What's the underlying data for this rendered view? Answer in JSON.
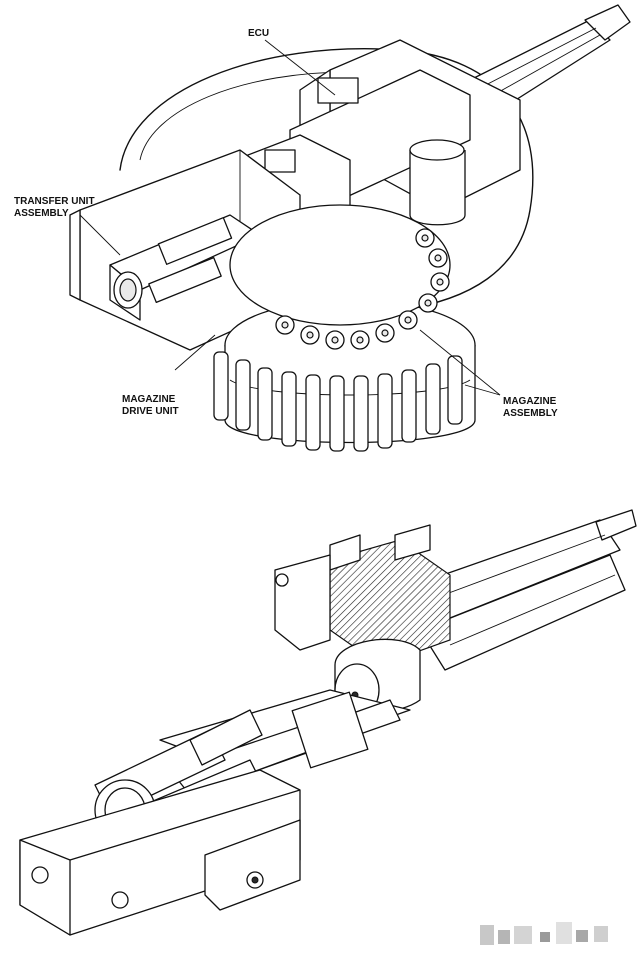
{
  "labels": {
    "ecu": "ECU",
    "transfer_line1": "TRANSFER UNIT",
    "transfer_line2": "ASSEMBLY",
    "mag_drive_line1": "MAGAZINE",
    "mag_drive_line2": "DRIVE UNIT",
    "mag_assembly_line1": "MAGAZINE",
    "mag_assembly_line2": "ASSEMBLY"
  }
}
